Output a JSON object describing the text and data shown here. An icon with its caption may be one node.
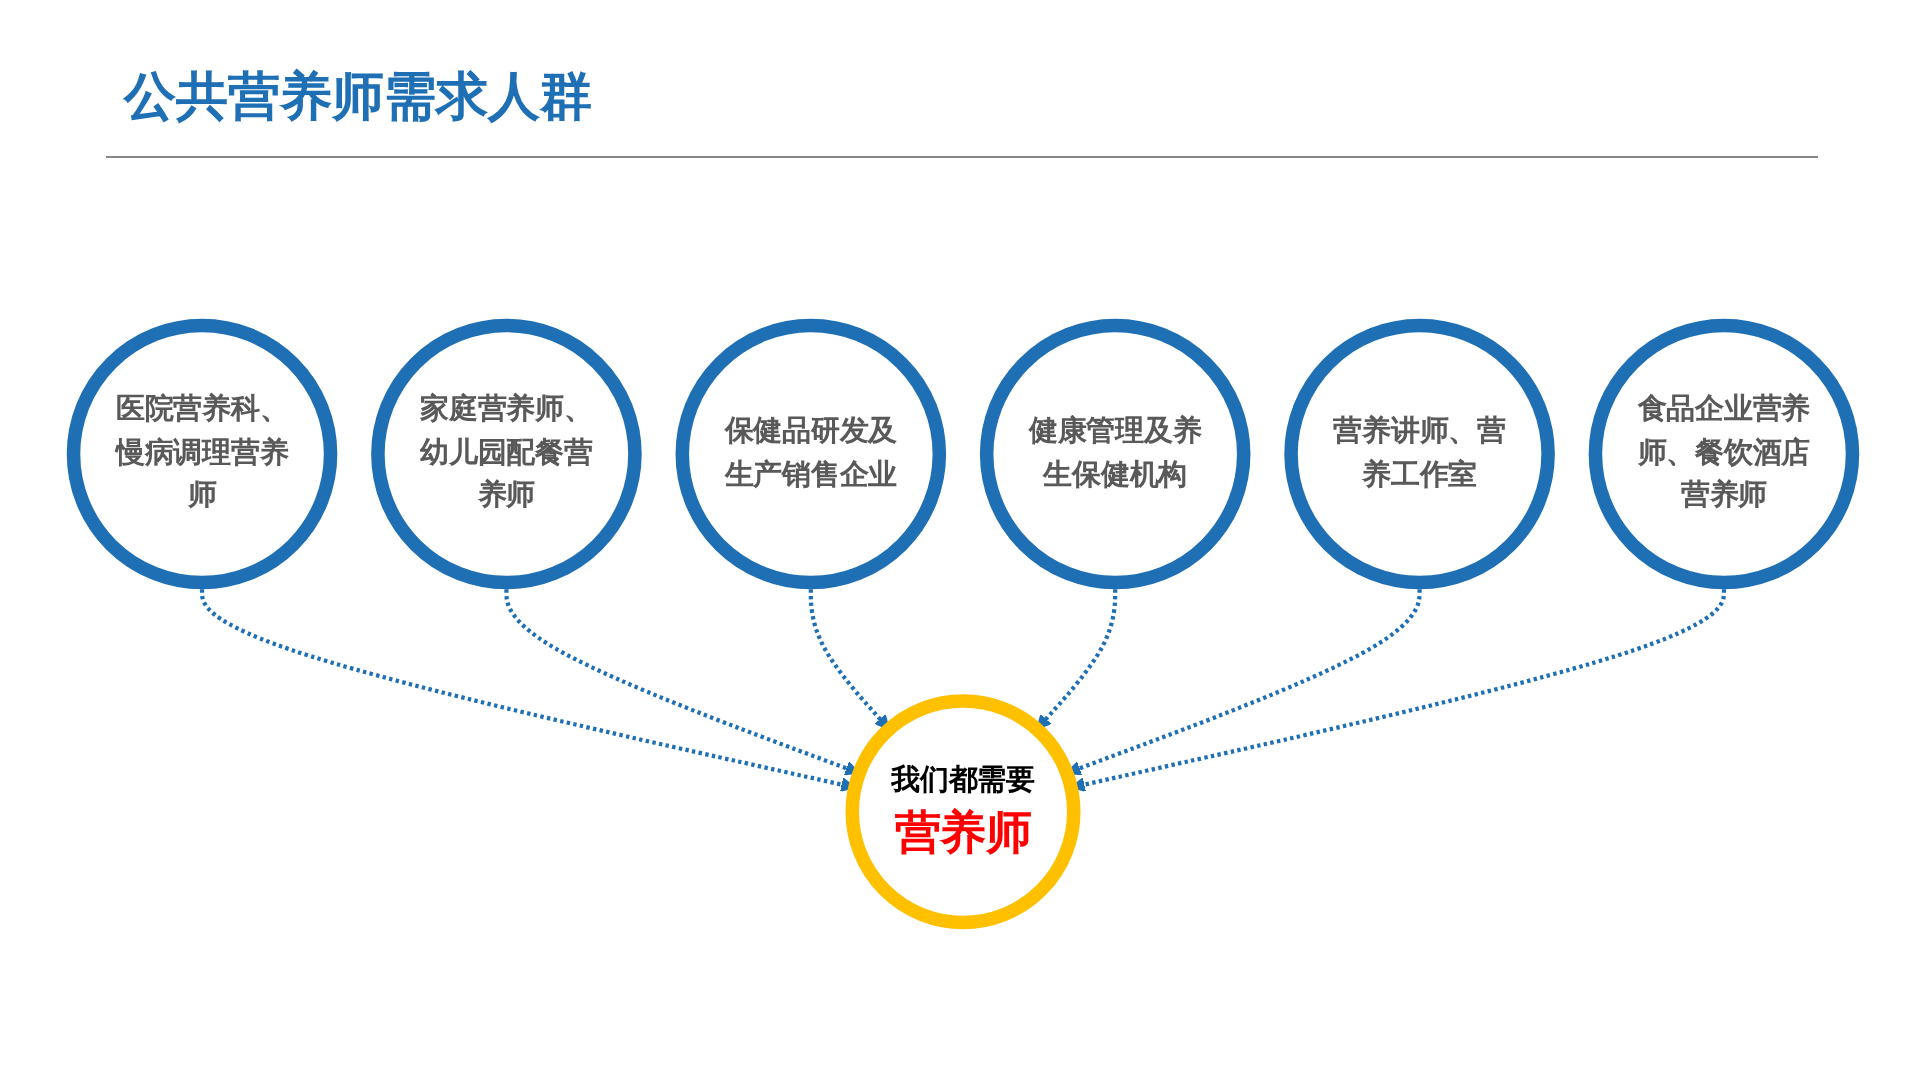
{
  "diagram": {
    "title": "公共营养师需求人群",
    "nodes": [
      {
        "text": [
          "医院营养科、慢病调理营养师"
        ]
      },
      {
        "text": [
          "家庭营养师、幼儿园配餐营养师"
        ]
      },
      {
        "text": [
          "保健品研发及生产销售企业"
        ]
      },
      {
        "text": [
          "我们都需要",
          "营养师"
        ]
      },
      {
        "text": [
          "健康管理及养生保健机构"
        ]
      },
      {
        "text": [
          "营养讲师、营养工作室"
        ]
      },
      {
        "text": [
          "食品企业营养师、餐饮酒店营养师"
        ]
      }
    ],
    "edges": [
      {
        "from": 0,
        "to": 3,
        "arrow": "to",
        "style": "dashed"
      },
      {
        "from": 1,
        "to": 3,
        "arrow": "to",
        "style": "dashed"
      },
      {
        "from": 2,
        "to": 3,
        "arrow": "to",
        "style": "dashed"
      },
      {
        "from": 4,
        "to": 3,
        "arrow": "to",
        "style": "dashed"
      },
      {
        "from": 5,
        "to": 3,
        "arrow": "to",
        "style": "dashed"
      },
      {
        "from": 6,
        "to": 3,
        "arrow": "to",
        "style": "dashed"
      }
    ]
  }
}
